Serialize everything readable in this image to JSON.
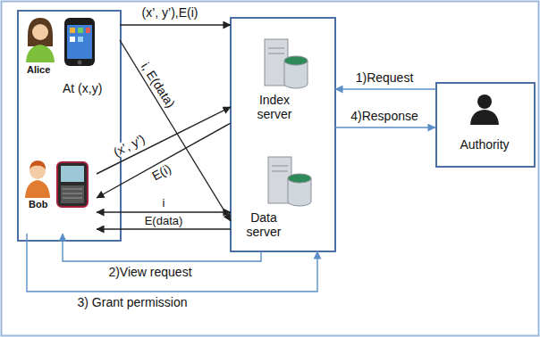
{
  "diagram": {
    "nodes": [
      {
        "text": [
          "Alice",
          "At (x,y)"
        ]
      },
      {
        "text": [
          "Bob"
        ]
      },
      {
        "text": [
          "Index server"
        ]
      },
      {
        "text": [
          "Data server"
        ]
      },
      {
        "text": [
          "Authority"
        ]
      }
    ],
    "edges": [
      {
        "from": 0,
        "to": 2,
        "label": "(x’, y’),E(i)",
        "arrow": "to"
      },
      {
        "from": 0,
        "to": 3,
        "label": "i, E(data)",
        "arrow": "to"
      },
      {
        "from": 1,
        "to": 2,
        "label": "(x’, y’)",
        "arrow": "to"
      },
      {
        "from": 2,
        "to": 1,
        "label": "E(i)",
        "arrow": "to"
      },
      {
        "from": 1,
        "to": 3,
        "label": "i",
        "arrow": "both"
      },
      {
        "from": 3,
        "to": 1,
        "label": "E(data)",
        "arrow": "to"
      },
      {
        "from": 4,
        "to": 2,
        "label": "1)Request",
        "arrow": "to"
      },
      {
        "from": 2,
        "to": 4,
        "label": "4)Response",
        "arrow": "to"
      },
      {
        "from": 3,
        "to": 1,
        "label": "2)View request",
        "arrow": "to"
      },
      {
        "from": 1,
        "to": 3,
        "label": "3) Grant permission",
        "arrow": "to"
      }
    ]
  }
}
